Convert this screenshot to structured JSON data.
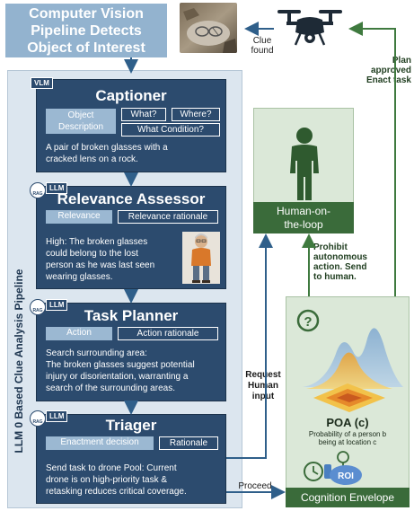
{
  "header": {
    "cv_pipeline": [
      "Computer Vision",
      "Pipeline Detects",
      "Object of Interest"
    ],
    "clue_found": [
      "Clue",
      "found"
    ],
    "plan_label": [
      "Plan",
      "approved",
      "Enact task"
    ]
  },
  "pipeline": {
    "title": "LLM 0 Based Clue Analysis Pipeline",
    "captioner": {
      "tag": "VLM",
      "title": "Captioner",
      "chip_object": [
        "Object",
        "Description"
      ],
      "chip_what": "What?",
      "chip_where": "Where?",
      "chip_condition": "What Condition?",
      "text": [
        "A pair of broken glasses with a",
        "cracked lens on a rock."
      ]
    },
    "relevance": {
      "tag": "LLM",
      "rag": "RAG",
      "title": "Relevance Assessor",
      "chip_relevance": "Relevance",
      "chip_rationale": "Relevance rationale",
      "text": [
        "High: The broken glasses",
        "could belong to the lost",
        "person as he was last seen",
        "wearing glasses."
      ]
    },
    "planner": {
      "tag": "LLM",
      "rag": "RAG",
      "title": "Task Planner",
      "chip_action": "Action",
      "chip_rationale": "Action rationale",
      "text": [
        "Search surrounding area:",
        "The broken glasses suggest potential",
        "injury or disorientation, warranting a",
        "search of the surrounding areas."
      ]
    },
    "triager": {
      "tag": "LLM",
      "rag": "RAG",
      "title": "Triager",
      "chip_decision": "Enactment decision",
      "chip_rationale": "Rationale",
      "text": [
        "Send task to drone Pool: Current",
        "drone is on high-priority task &",
        "retasking  reduces critical coverage."
      ]
    }
  },
  "human": {
    "label": [
      "Human-on-",
      "the-loop"
    ],
    "prohibit": [
      "Prohibit",
      "autonomous",
      "action. Send",
      "to human."
    ]
  },
  "cognition": {
    "poa_title": "POA (c)",
    "poa_sub": [
      "Probability of a person b",
      "being at location c"
    ],
    "roi": "ROI",
    "question": "?",
    "label": "Cognition Envelope"
  },
  "flows": {
    "request": [
      "Request",
      "Human",
      "input"
    ],
    "proceed": "Proceed"
  },
  "colors": {
    "stage": "#2c4b6e",
    "panel": "#dce6ef",
    "header": "#93b3cf",
    "green_dark": "#3a6b3a",
    "green_light": "#dbe8d8",
    "arrow_blue": "#2f5f8a",
    "arrow_green": "#3f7a3f"
  }
}
